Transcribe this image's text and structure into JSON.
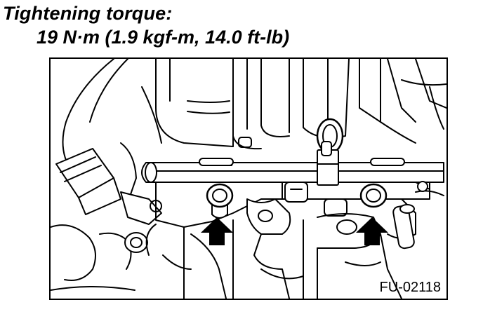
{
  "heading": {
    "label": "Tightening torque:",
    "value": "19 N·m (1.9 kgf-m, 14.0 ft-lb)"
  },
  "figure": {
    "id": "FU-02118",
    "arrow_color": "#000000",
    "line_color": "#000000",
    "fill_color": "#ffffff"
  }
}
